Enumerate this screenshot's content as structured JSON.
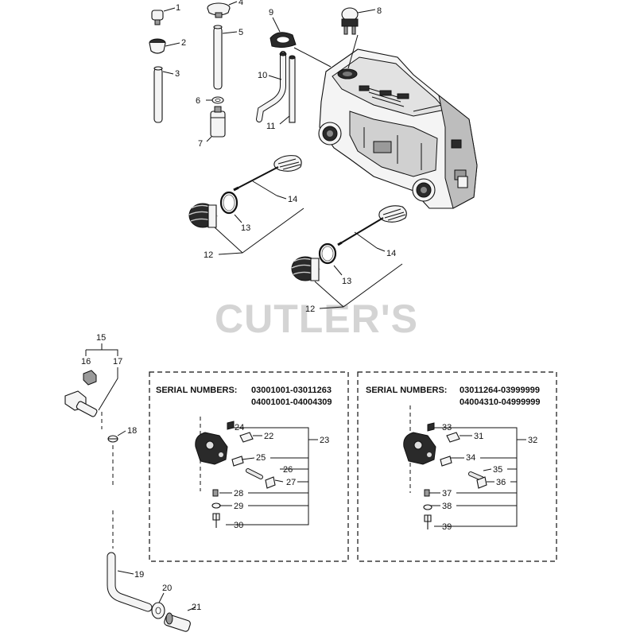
{
  "watermark": "CUTLER'S",
  "callouts": {
    "c1": "1",
    "c2": "2",
    "c3": "3",
    "c4": "4",
    "c5": "5",
    "c6": "6",
    "c7": "7",
    "c8": "8",
    "c9": "9",
    "c10": "10",
    "c11": "11",
    "c12a": "12",
    "c13a": "13",
    "c14a": "14",
    "c12b": "12",
    "c13b": "13",
    "c14b": "14",
    "c15": "15",
    "c16": "16",
    "c17": "17",
    "c18": "18",
    "c19": "19",
    "c20": "20",
    "c21": "21",
    "c22": "22",
    "c23": "23",
    "c24": "24",
    "c25": "25",
    "c26": "26",
    "c27": "27",
    "c28": "28",
    "c29": "29",
    "c30": "30",
    "c31": "31",
    "c32": "32",
    "c33": "33",
    "c34": "34",
    "c35": "35",
    "c36": "36",
    "c37": "37",
    "c38": "38",
    "c39": "39"
  },
  "serial_box_left": {
    "label": "SERIAL NUMBERS:",
    "range_1": "03001001-03011263",
    "range_2": "04001001-04004309"
  },
  "serial_box_right": {
    "label": "SERIAL NUMBERS:",
    "range_1": "03011264-03999999",
    "range_2": "04004310-04999999"
  }
}
